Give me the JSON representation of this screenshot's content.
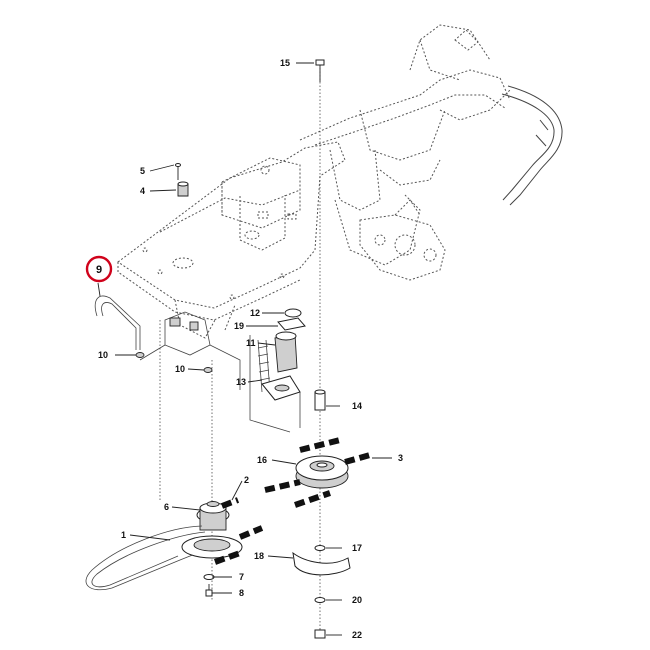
{
  "diagram": {
    "highlight_color": "#d0021b",
    "line_color": "#222222",
    "highlighted_part": "9",
    "callouts": {
      "c1": "1",
      "c2": "2",
      "c3": "3",
      "c4": "4",
      "c5": "5",
      "c6": "6",
      "c7": "7",
      "c8": "8",
      "c9": "9",
      "c10a": "10",
      "c10b": "10",
      "c11": "11",
      "c12": "12",
      "c13": "13",
      "c14": "14",
      "c15": "15",
      "c16": "16",
      "c17": "17",
      "c18": "18",
      "c19": "19",
      "c20": "20",
      "c22": "22"
    }
  }
}
